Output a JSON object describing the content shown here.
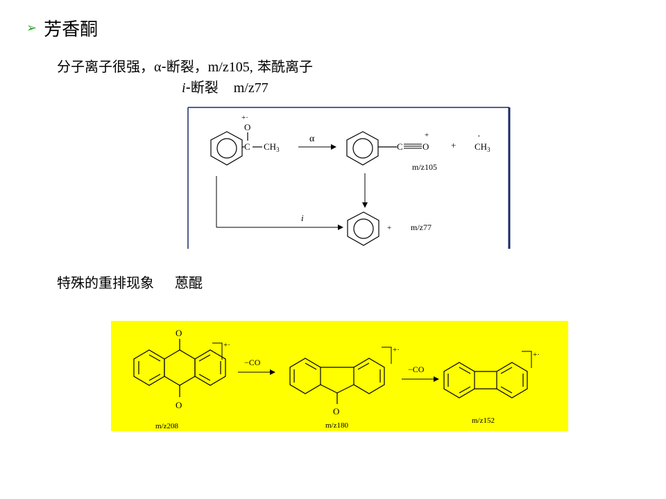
{
  "title": "芳香酮",
  "line1": {
    "prefix": "分子离子很强，",
    "alpha": "α",
    "cleave": "-断裂，",
    "mz": "m/z105,",
    "suffix": " 苯酰离子"
  },
  "line2": {
    "i": "i",
    "cleave": "-断裂",
    "mz": "m/z77"
  },
  "section2": {
    "label": "特殊的重排现象",
    "compound": "蒽醌"
  },
  "scheme1": {
    "charge_radical": "+·",
    "oxygen": "O",
    "carbon": "C",
    "methyl": "CH",
    "sub3": "3",
    "alpha": "α",
    "plus": "+",
    "radical_dot": "·",
    "mz105": "m/z105",
    "i": "i",
    "mz77": "m/z77",
    "colors": {
      "box_line": "#1a2a66"
    }
  },
  "scheme2": {
    "background": "#ffff00",
    "oxygen": "O",
    "charge": "+·",
    "loss": "−CO",
    "mz208": "m/z208",
    "mz180": "m/z180",
    "mz152": "m/z152"
  }
}
